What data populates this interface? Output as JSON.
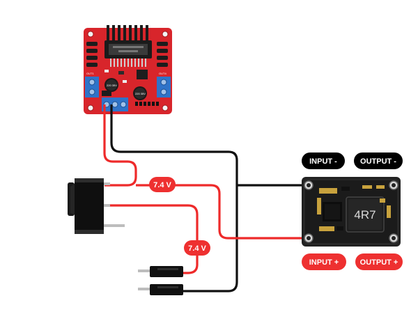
{
  "labels": {
    "input_minus": "INPUT -",
    "output_minus": "OUTPUT -",
    "input_plus": "INPUT +",
    "output_plus": "OUTPUT +",
    "voltage_top": "7.4 V",
    "voltage_bottom": "7.4 V",
    "inductor_marking": "4R7",
    "driver_out1": "OUT1",
    "driver_out4": "OUT4",
    "cap_top": "220 35V",
    "cap_bottom": "220 35V"
  },
  "colors": {
    "wire_red": "#ee2a2a",
    "wire_black": "#111111",
    "driver_board": "#d8252b",
    "terminal_blue": "#2f73c9",
    "converter_board": "#222222",
    "pill_dark": "#000000",
    "pill_red": "#ee3030"
  }
}
